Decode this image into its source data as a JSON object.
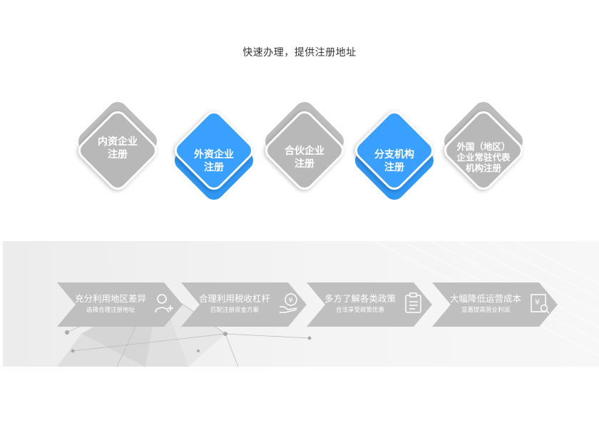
{
  "headline": "快速办理，提供注册地址",
  "services": [
    {
      "lines": [
        "内资企业",
        "注册"
      ],
      "style": "gray"
    },
    {
      "lines": [
        "外资企业",
        "注册"
      ],
      "style": "blue"
    },
    {
      "lines": [
        "合伙企业",
        "注册"
      ],
      "style": "gray"
    },
    {
      "lines": [
        "分支机构",
        "注册"
      ],
      "style": "blue"
    },
    {
      "lines": [
        "外国（地区）",
        "企业常驻代表",
        "机构注册"
      ],
      "style": "gray"
    }
  ],
  "benefits": [
    {
      "title": "充分利用地区差异",
      "sub": "选择合理注册地址",
      "icon": "user-add-icon"
    },
    {
      "title": "合理利用税收杠杆",
      "sub": "匹配注册资金方案",
      "icon": "yen-hand-icon"
    },
    {
      "title": "多方了解各类政策",
      "sub": "合法享受政策优惠",
      "icon": "clipboard-icon"
    },
    {
      "title": "大幅降低运营成本",
      "sub": "显著提高营业利润",
      "icon": "yen-search-icon"
    }
  ],
  "colors": {
    "gray": "#b8b8b8",
    "blue": "#3aa0ff",
    "chevron": "#bfbfbf"
  }
}
